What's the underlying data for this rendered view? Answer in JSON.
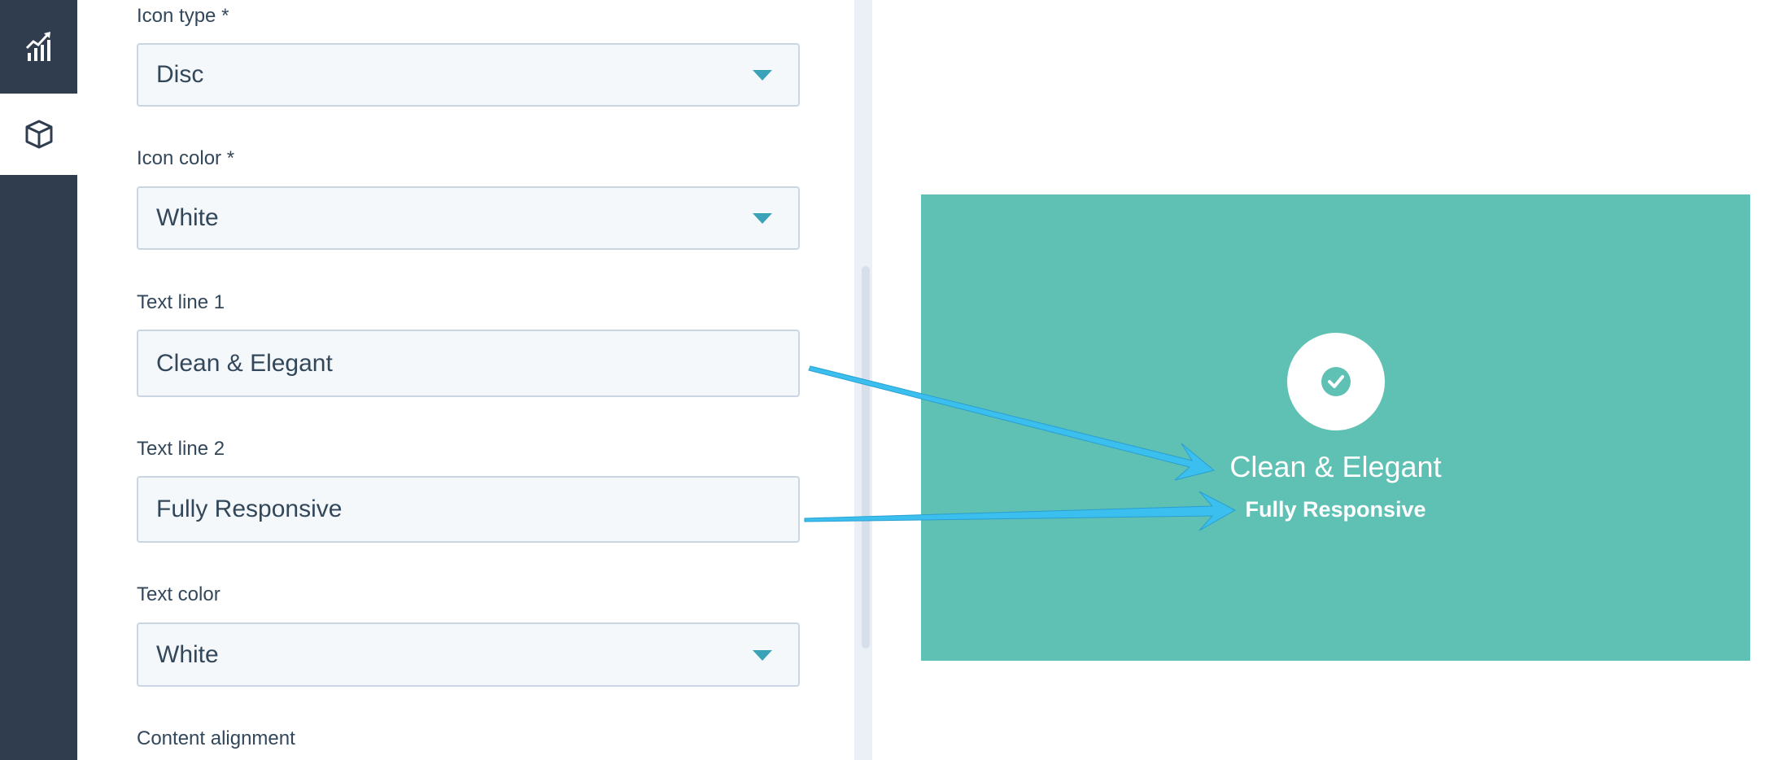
{
  "sidebar": {
    "items": [
      {
        "icon": "chart-growth-icon",
        "active": false
      },
      {
        "icon": "cube-icon",
        "active": true
      }
    ]
  },
  "form": {
    "icon_type": {
      "label": "Icon type *",
      "value": "Disc"
    },
    "icon_color": {
      "label": "Icon color *",
      "value": "White"
    },
    "text_line_1": {
      "label": "Text line 1",
      "value": "Clean & Elegant"
    },
    "text_line_2": {
      "label": "Text line 2",
      "value": "Fully Responsive"
    },
    "text_color": {
      "label": "Text color",
      "value": "White"
    },
    "content_alignment": {
      "label": "Content alignment"
    }
  },
  "preview": {
    "background_color": "#5fc0b4",
    "icon": "check-circle-icon",
    "title": "Clean & Elegant",
    "subtitle": "Fully Responsive"
  },
  "colors": {
    "sidebar": "#2f3d4f",
    "accent": "#3aa3b8",
    "arrow": "#3bbfef"
  }
}
